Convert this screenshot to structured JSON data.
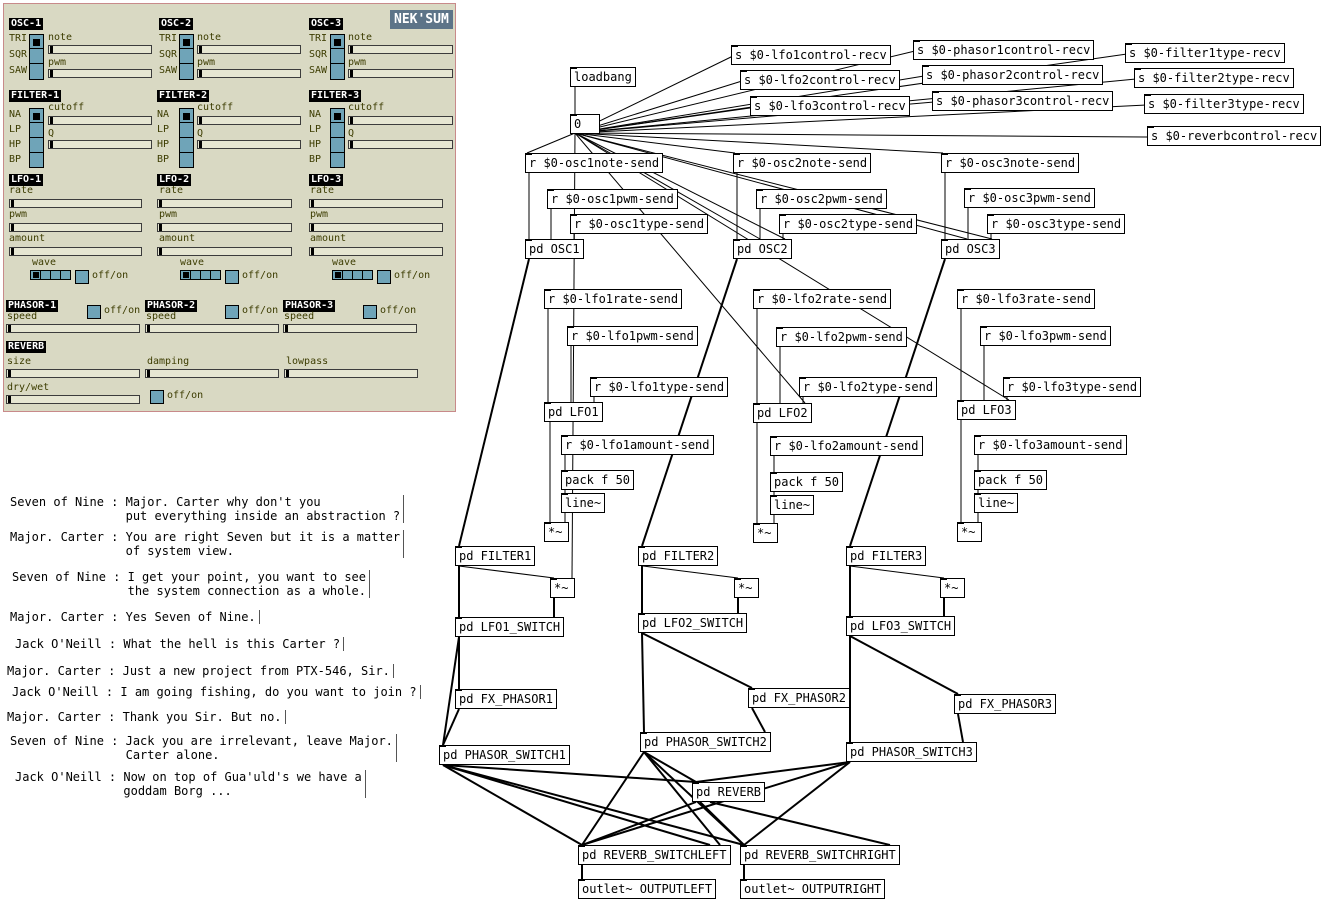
{
  "gui": {
    "brand": "NEK'SUM",
    "osc": [
      {
        "title": "OSC-1",
        "note_label": "note",
        "pwm_label": "pwm",
        "waves": [
          "TRI",
          "SQR",
          "SAW"
        ],
        "selected": 0
      },
      {
        "title": "OSC-2",
        "note_label": "note",
        "pwm_label": "pwm",
        "waves": [
          "TRI",
          "SQR",
          "SAW"
        ],
        "selected": 0
      },
      {
        "title": "OSC-3",
        "note_label": "note",
        "pwm_label": "pwm",
        "waves": [
          "TRI",
          "SQR",
          "SAW"
        ],
        "selected": 0
      }
    ],
    "filter": [
      {
        "title": "FILTER-1",
        "cutoff_label": "cutoff",
        "q_label": "Q",
        "types": [
          "NA",
          "LP",
          "HP",
          "BP"
        ],
        "selected": 0
      },
      {
        "title": "FILTER-2",
        "cutoff_label": "cutoff",
        "q_label": "Q",
        "types": [
          "NA",
          "LP",
          "HP",
          "BP"
        ],
        "selected": 0
      },
      {
        "title": "FILTER-3",
        "cutoff_label": "cutoff",
        "q_label": "Q",
        "types": [
          "NA",
          "LP",
          "HP",
          "BP"
        ],
        "selected": 0
      }
    ],
    "lfo": [
      {
        "title": "LFO-1",
        "rate_label": "rate",
        "pwm_label": "pwm",
        "amount_label": "amount",
        "wave_label": "wave",
        "toggle_label": "off/on"
      },
      {
        "title": "LFO-2",
        "rate_label": "rate",
        "pwm_label": "pwm",
        "amount_label": "amount",
        "wave_label": "wave",
        "toggle_label": "off/on"
      },
      {
        "title": "LFO-3",
        "rate_label": "rate",
        "pwm_label": "pwm",
        "amount_label": "amount",
        "wave_label": "wave",
        "toggle_label": "off/on"
      }
    ],
    "phasor": [
      {
        "title": "PHASOR-1",
        "speed_label": "speed",
        "toggle_label": "off/on"
      },
      {
        "title": "PHASOR-2",
        "speed_label": "speed",
        "toggle_label": "off/on"
      },
      {
        "title": "PHASOR-3",
        "speed_label": "speed",
        "toggle_label": "off/on"
      }
    ],
    "reverb": {
      "title": "REVERB",
      "size_label": "size",
      "damping_label": "damping",
      "lowpass_label": "lowpass",
      "drywet_label": "dry/wet",
      "toggle_label": "off/on"
    }
  },
  "objects": {
    "loadbang": "loadbang",
    "msg0": "0",
    "s_lfo1control": "s $0-lfo1control-recv",
    "s_lfo2control": "s $0-lfo2control-recv",
    "s_lfo3control": "s $0-lfo3control-recv",
    "s_phasor1control": "s $0-phasor1control-recv",
    "s_phasor2control": "s $0-phasor2control-recv",
    "s_phasor3control": "s $0-phasor3control-recv",
    "s_filter1type": "s $0-filter1type-recv",
    "s_filter2type": "s $0-filter2type-recv",
    "s_filter3type": "s $0-filter3type-recv",
    "s_reverbcontrol": "s $0-reverbcontrol-recv",
    "r_osc1note": "r $0-osc1note-send",
    "r_osc1pwm": "r $0-osc1pwm-send",
    "r_osc1type": "r $0-osc1type-send",
    "r_osc2note": "r $0-osc2note-send",
    "r_osc2pwm": "r $0-osc2pwm-send",
    "r_osc2type": "r $0-osc2type-send",
    "r_osc3note": "r $0-osc3note-send",
    "r_osc3pwm": "r $0-osc3pwm-send",
    "r_osc3type": "r $0-osc3type-send",
    "pd_osc1": "pd OSC1",
    "pd_osc2": "pd OSC2",
    "pd_osc3": "pd OSC3",
    "r_lfo1rate": "r $0-lfo1rate-send",
    "r_lfo1pwm": "r $0-lfo1pwm-send",
    "r_lfo1type": "r $0-lfo1type-send",
    "r_lfo2rate": "r $0-lfo2rate-send",
    "r_lfo2pwm": "r $0-lfo2pwm-send",
    "r_lfo2type": "r $0-lfo2type-send",
    "r_lfo3rate": "r $0-lfo3rate-send",
    "r_lfo3pwm": "r $0-lfo3pwm-send",
    "r_lfo3type": "r $0-lfo3type-send",
    "pd_lfo1": "pd LFO1",
    "pd_lfo2": "pd LFO2",
    "pd_lfo3": "pd LFO3",
    "r_lfo1amount": "r $0-lfo1amount-send",
    "r_lfo2amount": "r $0-lfo2amount-send",
    "r_lfo3amount": "r $0-lfo3amount-send",
    "pack1": "pack f 50",
    "pack2": "pack f 50",
    "pack3": "pack f 50",
    "line1": "line~",
    "line2": "line~",
    "line3": "line~",
    "mul_a1": "*~",
    "mul_a2": "*~",
    "mul_a3": "*~",
    "pd_filter1": "pd FILTER1",
    "pd_filter2": "pd FILTER2",
    "pd_filter3": "pd FILTER3",
    "mul_b1": "*~",
    "mul_b2": "*~",
    "mul_b3": "*~",
    "pd_lfo1switch": "pd LFO1_SWITCH",
    "pd_lfo2switch": "pd LFO2_SWITCH",
    "pd_lfo3switch": "pd LFO3_SWITCH",
    "pd_fxphasor1": "pd FX_PHASOR1",
    "pd_fxphasor2": "pd FX_PHASOR2",
    "pd_fxphasor3": "pd FX_PHASOR3",
    "pd_phasorswitch1": "pd PHASOR_SWITCH1",
    "pd_phasorswitch2": "pd PHASOR_SWITCH2",
    "pd_phasorswitch3": "pd PHASOR_SWITCH3",
    "pd_reverb": "pd REVERB",
    "pd_revswitchleft": "pd REVERB_SWITCHLEFT",
    "pd_revswitchright": "pd REVERB_SWITCHRIGHT",
    "outlet_left": "outlet~ OUTPUTLEFT",
    "outlet_right": "outlet~ OUTPUTRIGHT"
  },
  "comments": [
    "Seven of Nine : Major. Carter why don't you\n                put everything inside an abstraction ?",
    "Major. Carter : You are right Seven but it is a matter\n                of system view.",
    "Seven of Nine : I get your point, you want to see\n                the system connection as a whole.",
    "Major. Carter : Yes Seven of Nine.",
    "Jack O'Neill : What the hell is this Carter ?",
    "Major. Carter : Just a new project from PTX-546, Sir.",
    "Jack O'Neill : I am going fishing, do you want to join ?",
    "Major. Carter : Thank you Sir. But no.",
    "Seven of Nine : Jack you are irrelevant, leave Major.\n                Carter alone.",
    "Jack O'Neill : Now on top of Gua'uld's we have a\n               goddam Borg ..."
  ]
}
